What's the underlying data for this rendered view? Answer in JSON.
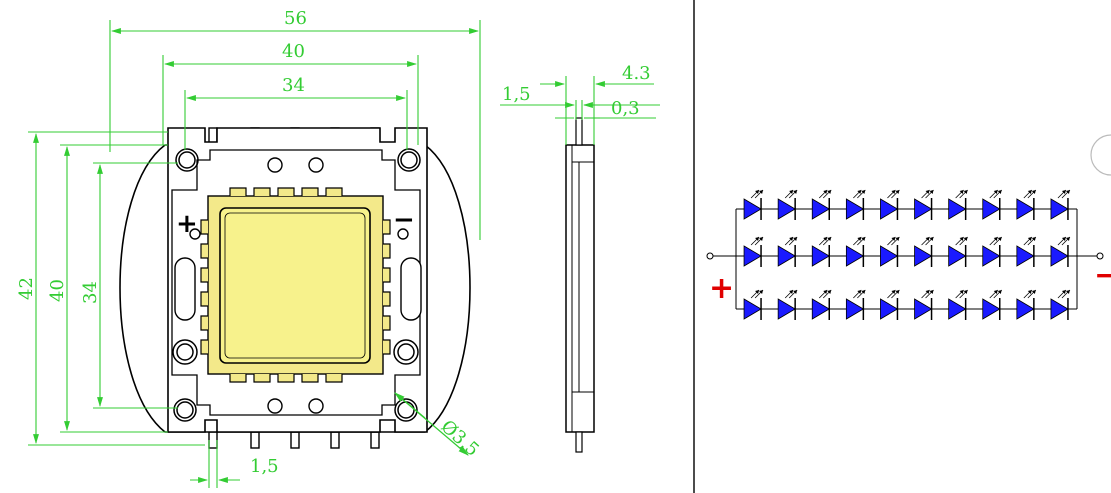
{
  "dimensions": {
    "width_outer": "56",
    "width_mid": "40",
    "width_inner": "34",
    "height_outer": "42",
    "height_mid": "40",
    "height_inner": "34",
    "pin_pitch": "1,5",
    "hole_diameter": "Ø3,5",
    "side_pin": "1,5",
    "side_thickness": "4.3",
    "side_gap": "0,3"
  },
  "polarity": {
    "plus": "+",
    "minus": "−"
  },
  "schematic": {
    "rows": 3,
    "leds_per_row": 10,
    "plus": "+",
    "minus": "−"
  },
  "colors": {
    "dimension": "#33cc33",
    "outline": "#000000",
    "chip": "#f5f08a",
    "chip_frame": "#e8d23c",
    "led": "#1a1aff",
    "terminal": "#e00000",
    "divider": "#000000"
  }
}
